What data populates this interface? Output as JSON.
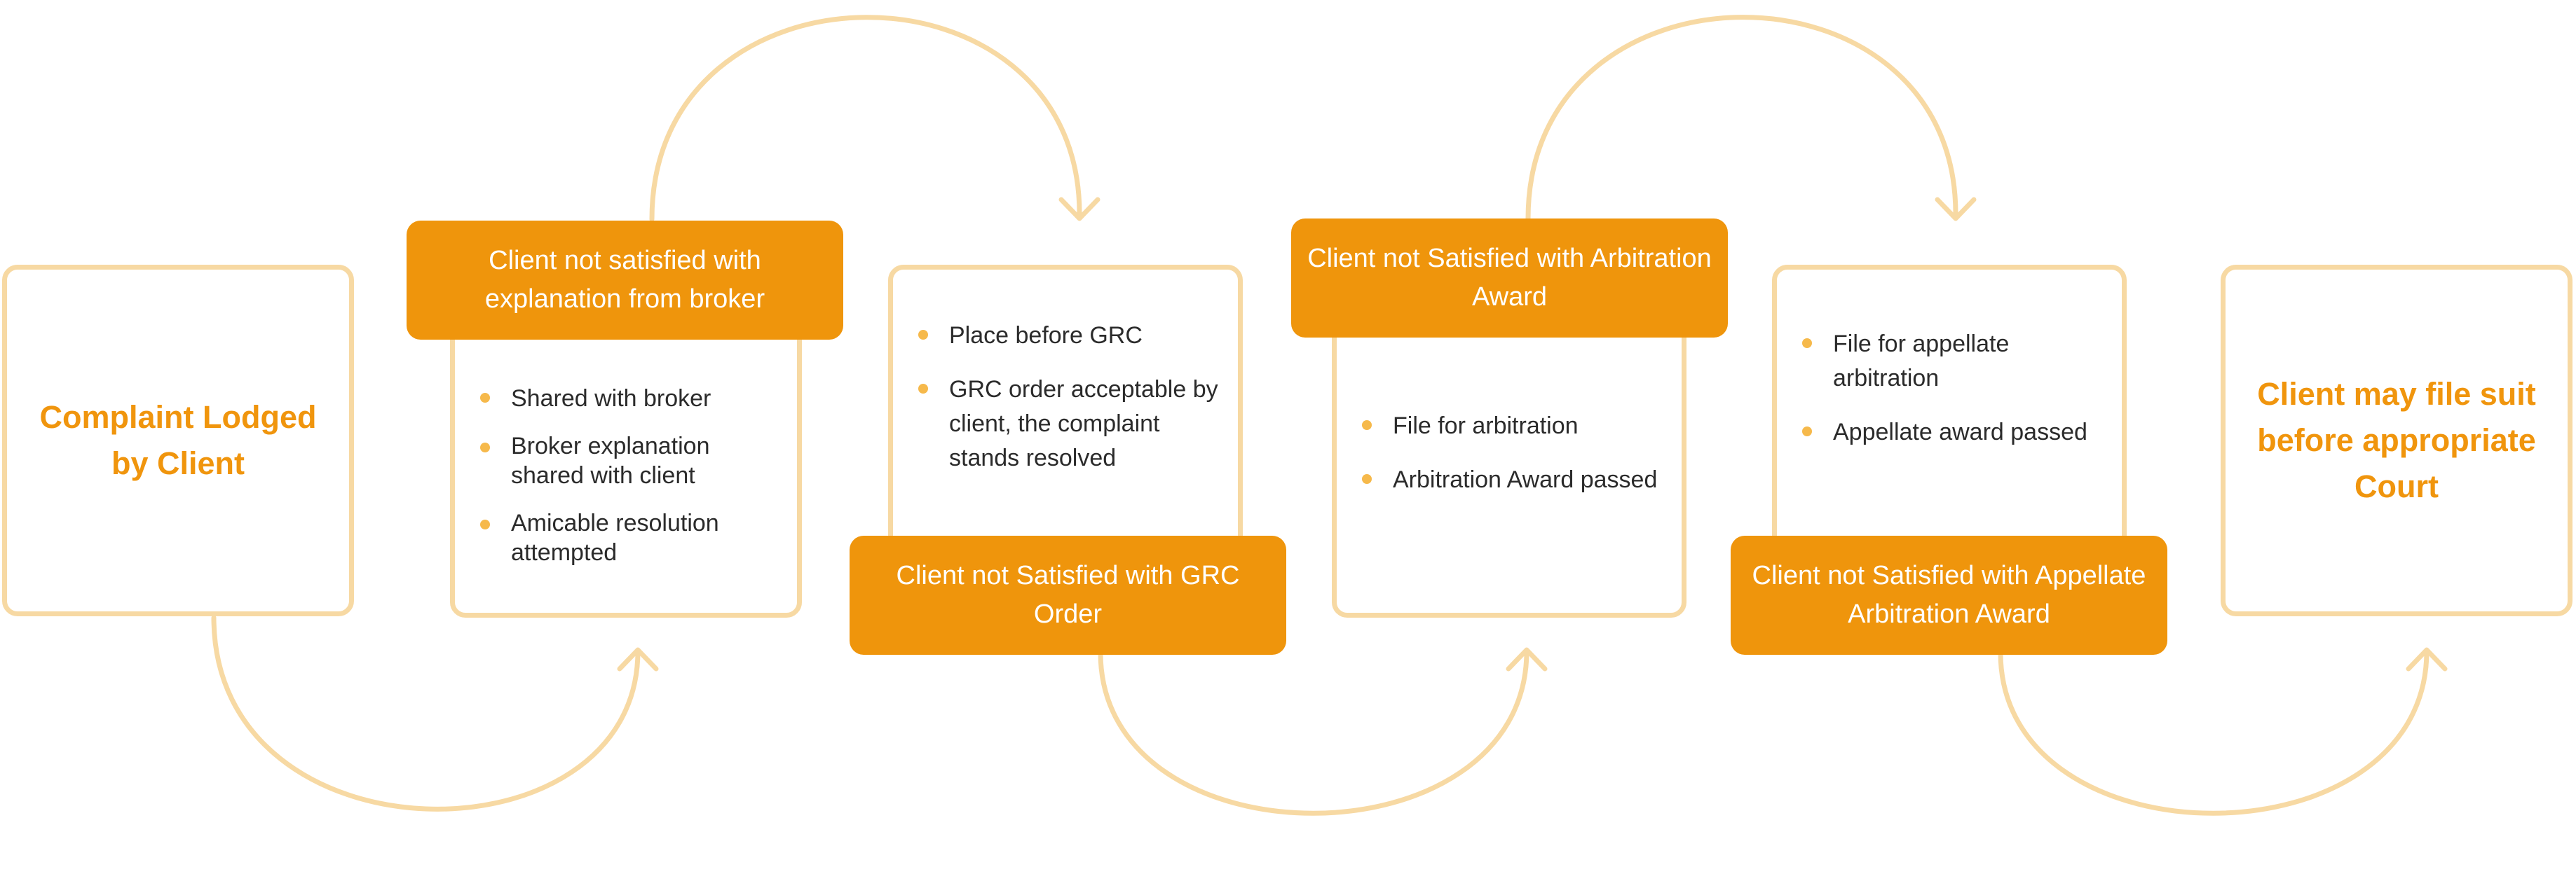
{
  "colors": {
    "accent": "#ef950c",
    "outline": "#f7d9a3",
    "bullet": "#f6b94b",
    "text": "#2b2b2b"
  },
  "steps": {
    "start": {
      "title": "Complaint Lodged by Client"
    },
    "broker": {
      "banner": "Client not satisfied with explanation from broker",
      "bullets": [
        "Shared with broker",
        "Broker explanation shared with client",
        "Amicable resolution attempted"
      ]
    },
    "grc": {
      "bullets": [
        "Place before GRC",
        "GRC order acceptable by client, the complaint stands resolved"
      ],
      "banner": "Client not Satisfied with GRC Order"
    },
    "arbitration": {
      "banner": "Client not Satisfied with Arbitration Award",
      "bullets": [
        "File for arbitration",
        "Arbitration Award passed"
      ]
    },
    "appellate": {
      "bullets": [
        "File for appellate arbitration",
        "Appellate award passed"
      ],
      "banner": "Client not Satisfied with Appellate Arbitration Award"
    },
    "end": {
      "title": "Client may file suit before appropriate Court"
    }
  }
}
